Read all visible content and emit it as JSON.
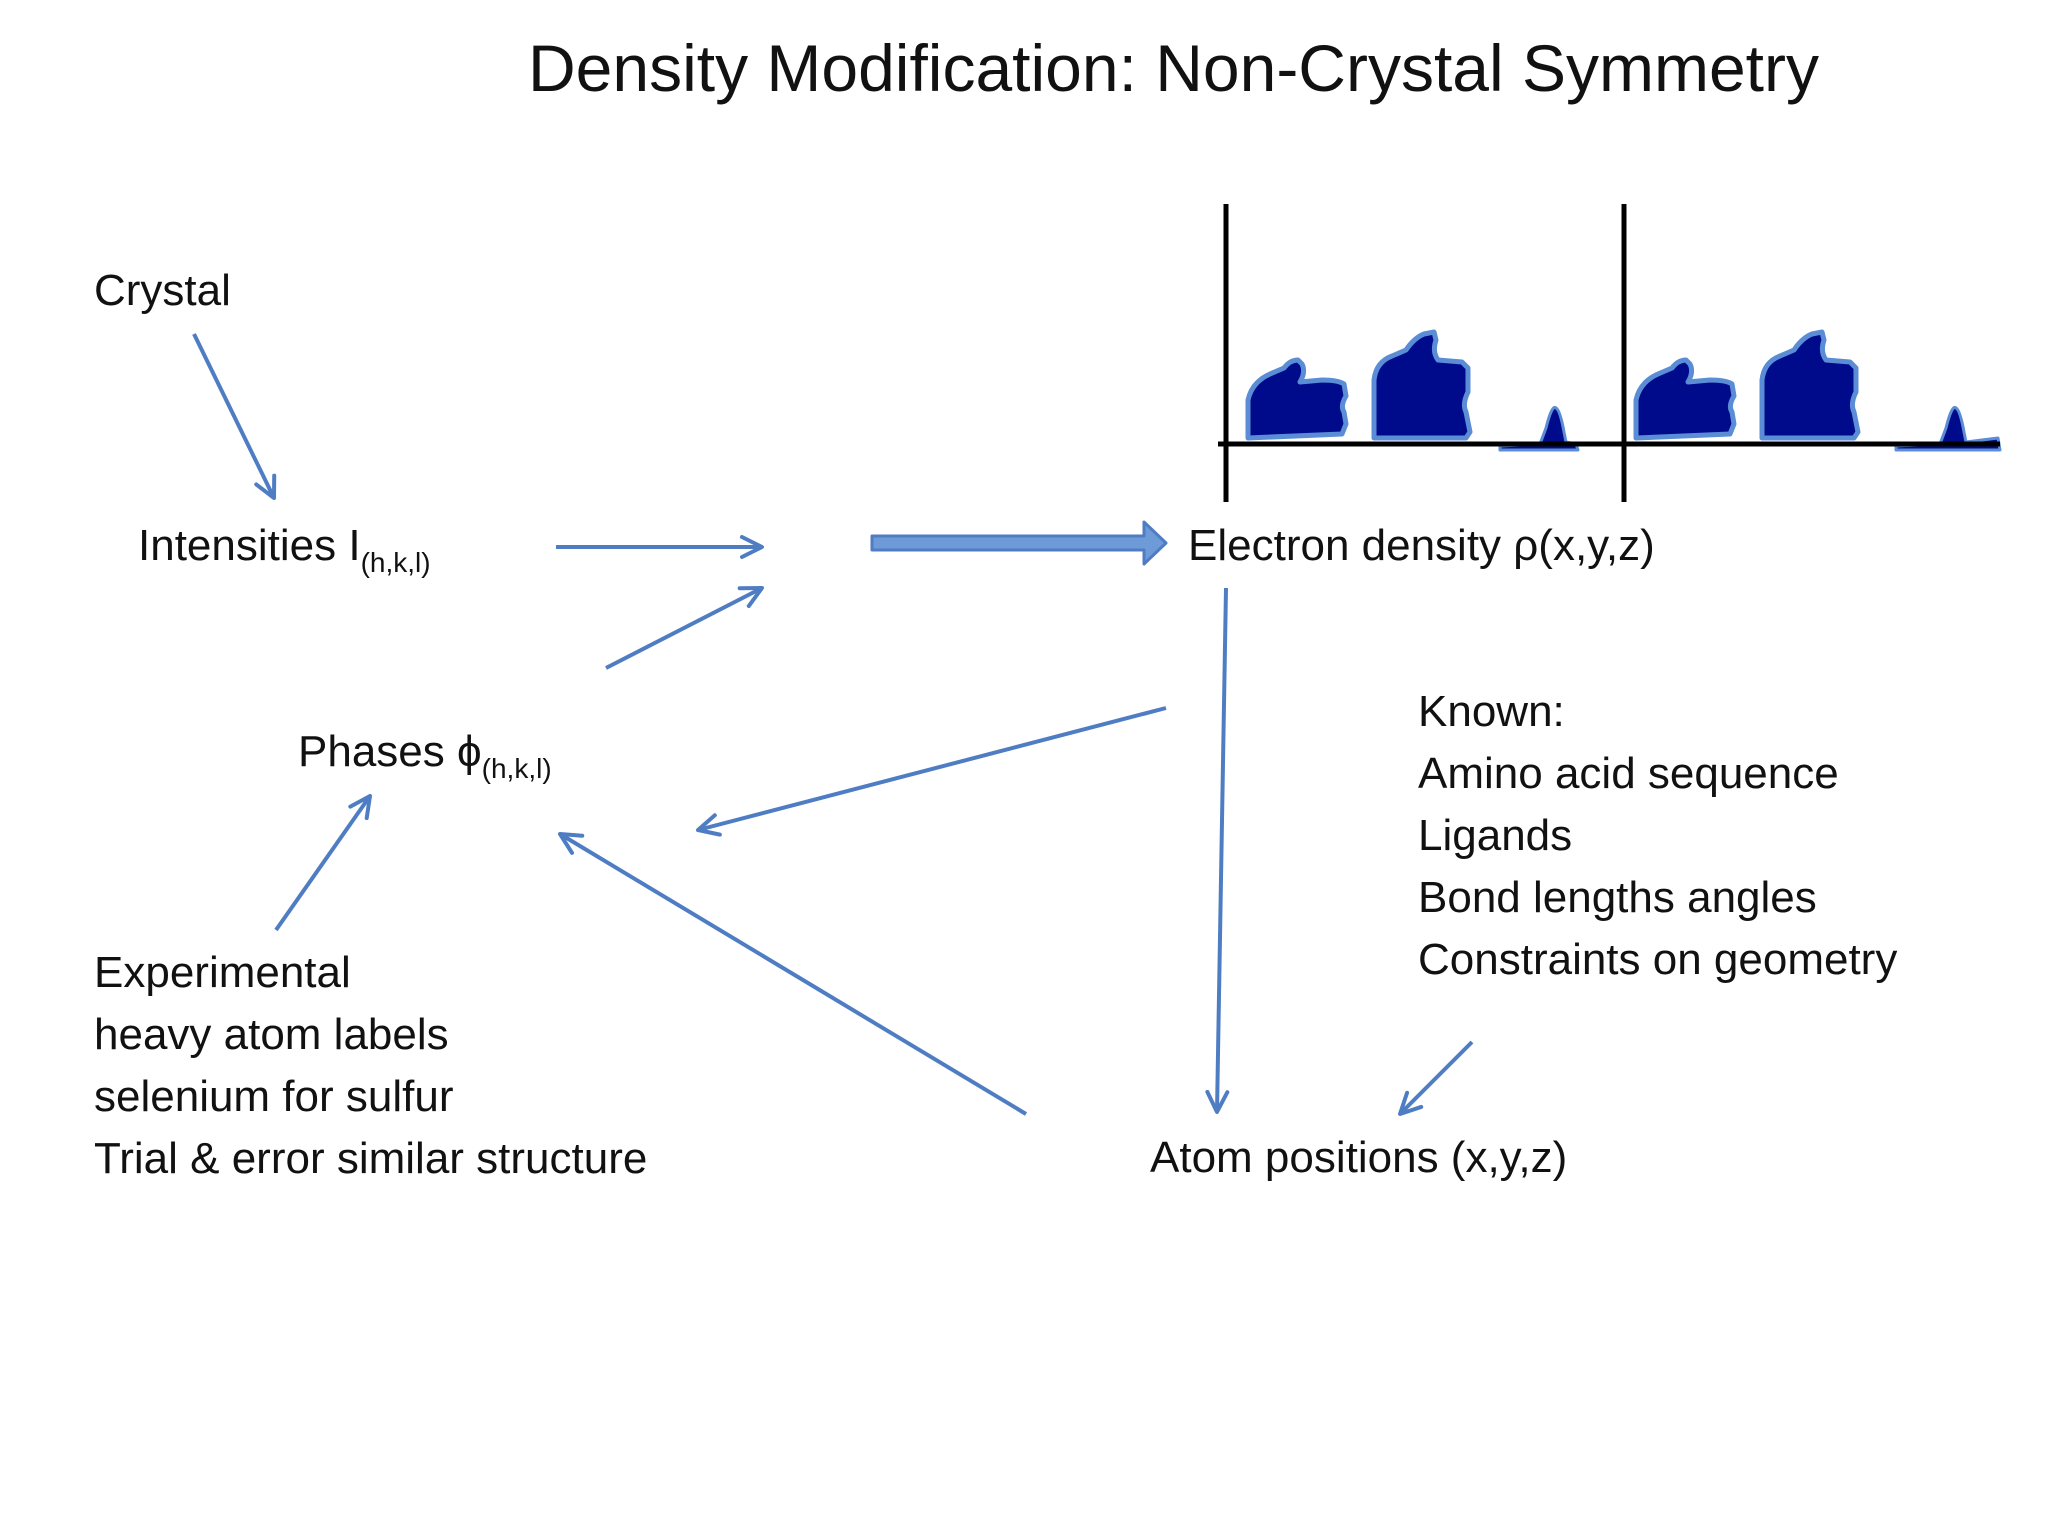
{
  "title": "Density Modification: Non-Crystal Symmetry",
  "nodes": {
    "crystal": "Crystal",
    "intensities": {
      "main": "Intensities I",
      "sub": "(h,k,l)"
    },
    "electron_density": "Electron density ρ(x,y,z)",
    "phases": {
      "main": "Phases ϕ",
      "sub": "(h,k,l)"
    },
    "atom_positions": "Atom positions (x,y,z)"
  },
  "known": {
    "heading": "Known:",
    "items": [
      "Amino acid sequence",
      "Ligands",
      "Bond lengths angles",
      "Constraints on geometry"
    ]
  },
  "experimental": {
    "lines": [
      "Experimental",
      "heavy atom labels",
      "selenium for sulfur",
      "Trial & error similar structure"
    ]
  },
  "colors": {
    "arrow": "#4f7dc4",
    "density_fill": "#000b8c",
    "density_outline": "#5b8dd6",
    "axis": "#000000",
    "text": "#111111"
  }
}
